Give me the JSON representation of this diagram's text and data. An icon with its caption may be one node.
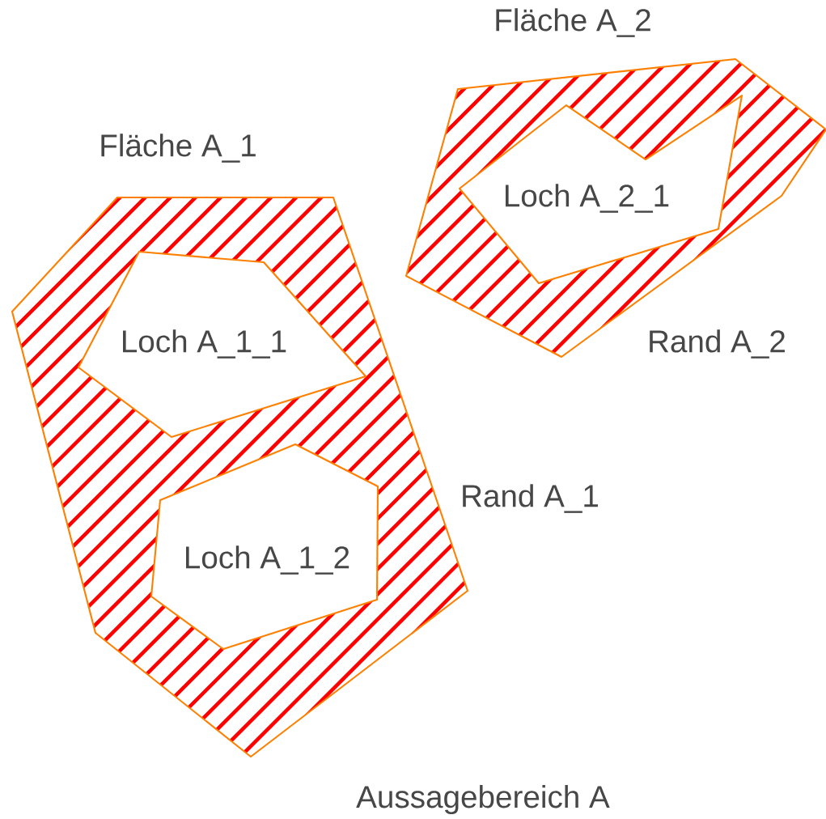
{
  "diagram": {
    "nodes": [
      {
        "text": [
          "Fläche A_1"
        ],
        "beside": [
          "Rand A_1"
        ]
      },
      {
        "text": [
          "Loch A_1_1"
        ],
        "in": 0
      },
      {
        "text": [
          "Loch A_1_2"
        ],
        "in": 0
      },
      {
        "text": [
          "Fläche A_2"
        ],
        "beside": [
          "Rand A_2"
        ]
      },
      {
        "text": [
          "Loch A_2_1"
        ],
        "in": 3
      }
    ],
    "labels": [
      "Aussagebereich A"
    ]
  }
}
